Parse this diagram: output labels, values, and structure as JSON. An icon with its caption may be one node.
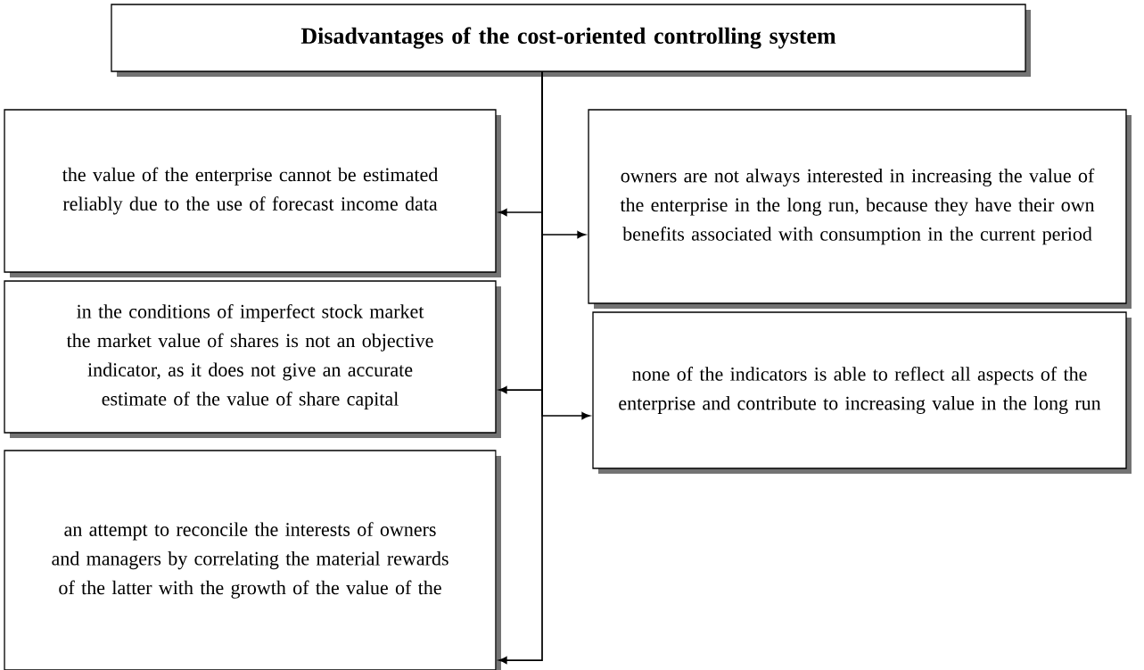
{
  "diagram": {
    "nodes": [
      {
        "text": [
          "Disadvantages of the cost-oriented controlling system"
        ]
      },
      {
        "text": [
          "the value of the enterprise cannot be estimated reliably due to the use of forecast income data"
        ]
      },
      {
        "text": [
          "in the conditions of imperfect stock market the market value of shares is not an objective indicator, as it does not give an accurate estimate of the value of share capital"
        ]
      },
      {
        "text": [
          "an attempt to reconcile the interests of owners and managers by correlating the material rewards of the latter with the growth of the value of the"
        ]
      },
      {
        "text": [
          "owners are not always interested in increasing the value of the enterprise in the long run, because they have their own benefits associated with consumption in the current period"
        ]
      },
      {
        "text": [
          "none of the indicators is able to reflect all aspects of the enterprise and contribute to increasing value in the long run"
        ]
      }
    ],
    "edges": [
      {
        "from": 0,
        "to": 1,
        "arrow": "to"
      },
      {
        "from": 0,
        "to": 4,
        "arrow": "to"
      },
      {
        "from": 0,
        "to": 2,
        "arrow": "to"
      },
      {
        "from": 0,
        "to": 5,
        "arrow": "to"
      },
      {
        "from": 0,
        "to": 3,
        "arrow": "to"
      }
    ]
  }
}
